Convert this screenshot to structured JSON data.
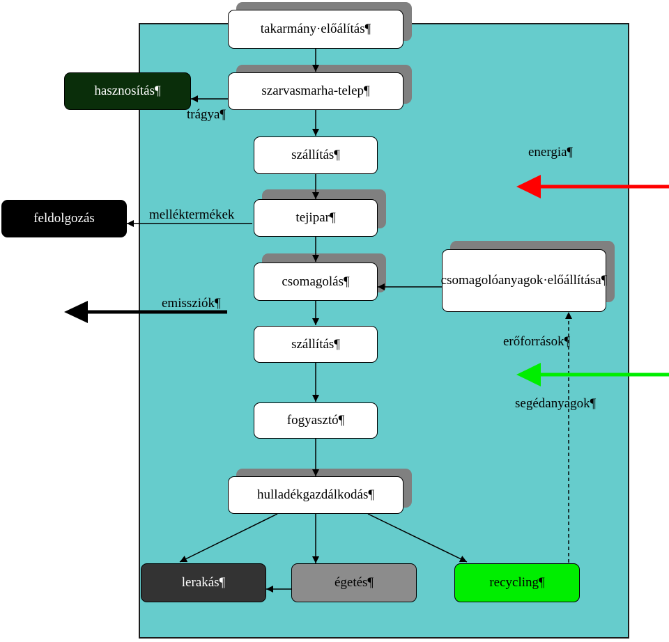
{
  "diagram": {
    "nodes": {
      "takarmany": "takarmány·előálítás¶",
      "szarvasmarha": "szarvasmarha-telep¶",
      "szallitas1": "szállítás¶",
      "tejipar": "tejipar¶",
      "csomagolas": "csomagolás¶",
      "szallitas2": "szállítás¶",
      "fogyaszto": "fogyasztó¶",
      "hulladek": "hulladékgazdálkodás¶",
      "lerakas": "lerakás¶",
      "egetes": "égetés¶",
      "recycling": "recycling¶",
      "csomagoloanyagok": "csomagolóanyagok·előállítása¶",
      "hasznositas": "hasznosítás¶",
      "feldolgozas": "feldolgozás"
    },
    "labels": {
      "tragya": "trágya¶",
      "melleaktermekek": "melléktermékek",
      "emissziok": "emissziók¶",
      "energia": "energia¶",
      "eroforrasok": "erőforrások¶",
      "segedanyagok": "segédanyagok¶"
    },
    "colors": {
      "boundary": "#66cccc",
      "node": "#ffffff",
      "shadow": "#808080",
      "hasznositas": "#0a2e0a",
      "feldolgozas": "#000000",
      "lerakas": "#333333",
      "egetes": "#8c8c8c",
      "recycling": "#00ee00",
      "energia_arrow": "#ff0000",
      "resource_arrow": "#00ee00",
      "emission_arrow": "#000000"
    }
  }
}
